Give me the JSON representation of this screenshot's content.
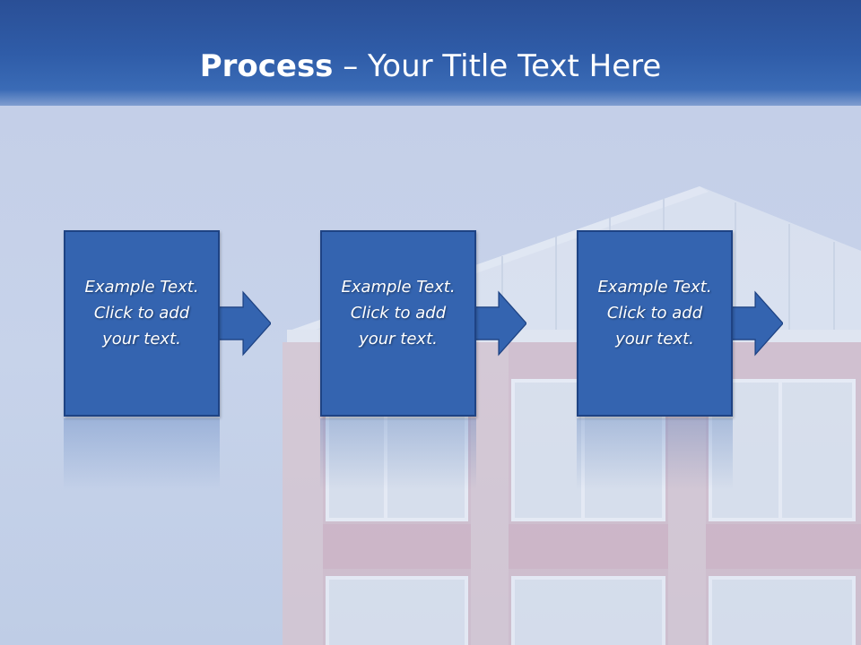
{
  "slide": {
    "title_bold": "Process",
    "title_rest": " – Your Title Text Here"
  },
  "steps": [
    {
      "line1": "Example Text.",
      "line2": "Click  to add",
      "line3": "your text."
    },
    {
      "line1": "Example Text.",
      "line2": "Click  to add",
      "line3": "your text."
    },
    {
      "line1": "Example Text.",
      "line2": "Click  to add",
      "line3": "your text."
    }
  ],
  "colors": {
    "title_bar": "#2f5ca8",
    "step_fill": "#3464b0",
    "step_border": "#1e4384",
    "background": "#c5d1e6"
  },
  "icons": [
    "right-arrow-icon"
  ]
}
